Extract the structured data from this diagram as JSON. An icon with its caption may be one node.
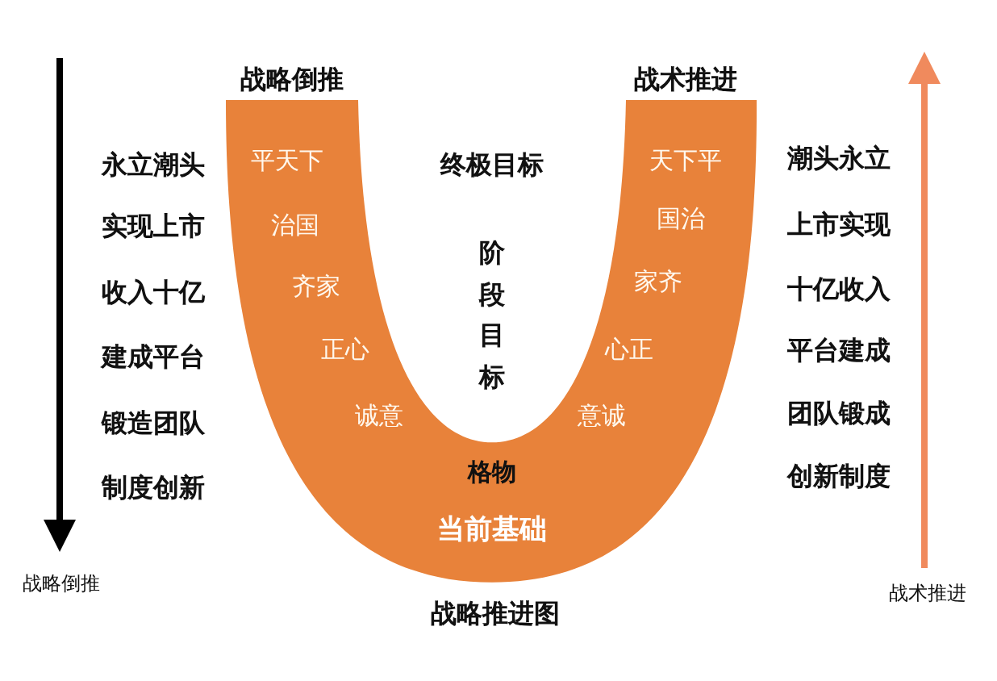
{
  "diagram": {
    "caption": "战略推进图",
    "nodes": [
      {
        "text": [
          "平天下",
          "治国",
          "齐家",
          "正心",
          "诚意",
          "格物",
          "当前基础",
          "意诚",
          "心正",
          "家齐",
          "国治",
          "天下平"
        ]
      }
    ],
    "labels": [
      "战略倒推",
      "战术推进",
      "永立潮头",
      "实现上市",
      "收入十亿",
      "建成平台",
      "锻造团队",
      "制度创新",
      "终极目标",
      "阶段目标",
      "潮头永立",
      "上市实现",
      "十亿收入",
      "平台建成",
      "团队锻成",
      "创新制度",
      "战略倒推",
      "战术推进"
    ]
  }
}
